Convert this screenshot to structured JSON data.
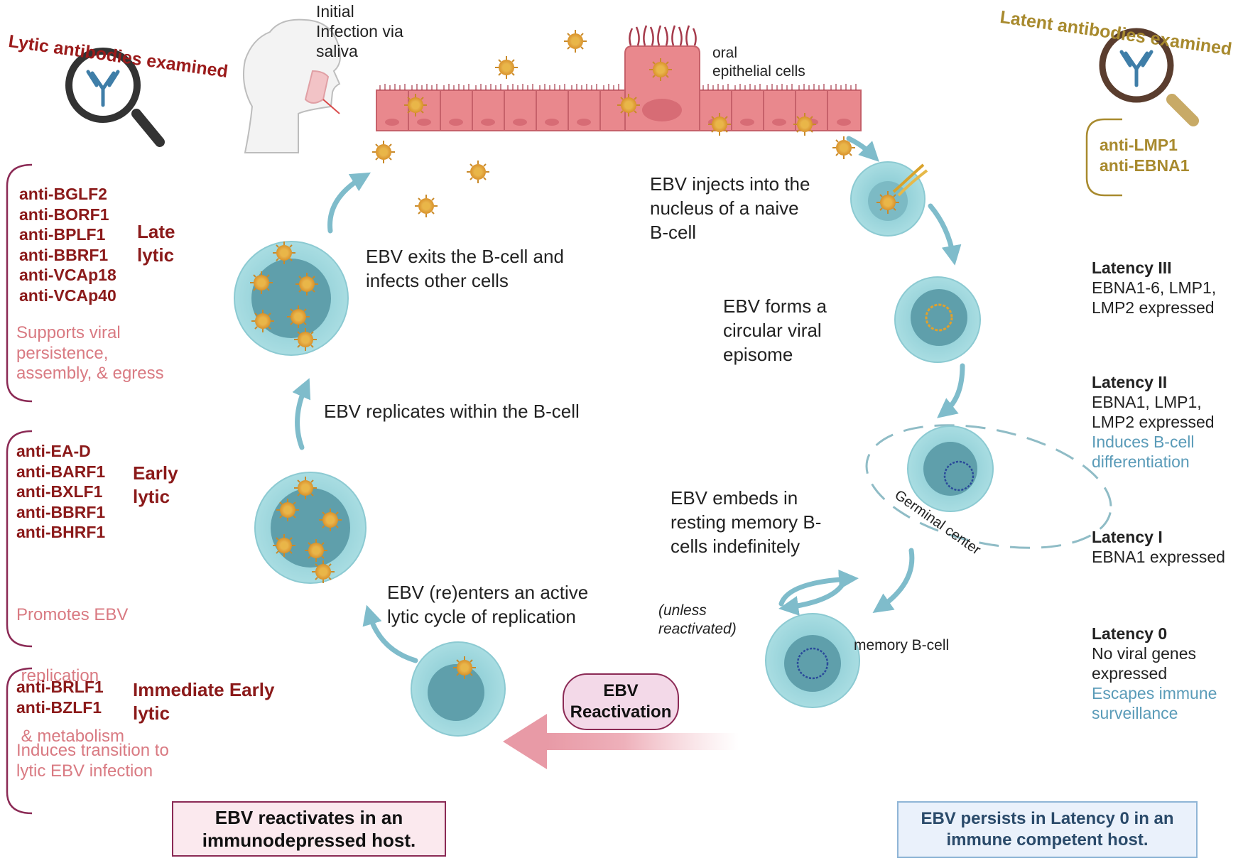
{
  "lytic_header": "Lytic antibodies examined",
  "latent_header": "Latent antibodies examined",
  "initial_infection": [
    "Initial",
    "Infection via",
    "saliva"
  ],
  "oral_cells": [
    "oral",
    "epithelial cells"
  ],
  "late_lytic": {
    "antibodies": [
      "anti-BGLF2",
      "anti-BORF1",
      "anti-BPLF1",
      "anti-BBRF1",
      "anti-VCAp18",
      "anti-VCAp40"
    ],
    "label": [
      "Late",
      "lytic"
    ],
    "note": [
      "Supports viral",
      "persistence,",
      "assembly, & egress"
    ]
  },
  "early_lytic": {
    "antibodies": [
      "anti-EA-D",
      "anti-BARF1",
      "anti-BXLF1",
      "anti-BBRF1",
      "anti-BHRF1"
    ],
    "label": [
      "Early",
      "lytic"
    ],
    "note": [
      "Promotes EBV",
      " replication",
      " & metabolism"
    ]
  },
  "immediate_early_lytic": {
    "antibodies": [
      "anti-BRLF1",
      "anti-BZLF1"
    ],
    "label": [
      "Immediate Early",
      "lytic"
    ],
    "note": [
      "Induces transition to",
      "lytic EBV infection"
    ]
  },
  "latent_antibodies": [
    "anti-LMP1",
    "anti-EBNA1"
  ],
  "steps": {
    "exits": [
      "EBV exits the B-cell and",
      "infects other cells"
    ],
    "replicates": "EBV replicates within the B-cell",
    "reenters": [
      "EBV (re)enters an active",
      "lytic cycle of replication"
    ],
    "injects": [
      "EBV injects into the",
      "nucleus of a naive",
      "B-cell"
    ],
    "episome": [
      "EBV forms a",
      "circular viral",
      "episome"
    ],
    "embeds": [
      "EBV embeds in",
      "resting memory B-",
      "cells indefinitely"
    ],
    "unless": [
      "(unless",
      "reactivated)"
    ]
  },
  "germinal_center": "Germinal center",
  "memory_bcell": "memory B-cell",
  "reactivation_label": [
    "EBV",
    "Reactivation"
  ],
  "latency": [
    {
      "title": "Latency III",
      "lines": [
        "EBNA1-6, LMP1,",
        "LMP2 expressed"
      ],
      "blue": []
    },
    {
      "title": "Latency II",
      "lines": [
        "EBNA1, LMP1,",
        "LMP2 expressed"
      ],
      "blue": [
        "Induces B-cell",
        "differentiation"
      ]
    },
    {
      "title": "Latency I",
      "lines": [
        "EBNA1 expressed"
      ],
      "blue": []
    },
    {
      "title": "Latency 0",
      "lines": [
        "No viral genes",
        "expressed"
      ],
      "blue": [
        "Escapes immune",
        "surveillance"
      ]
    }
  ],
  "bottom_left_box": [
    "EBV reactivates in an",
    "immunodepressed host."
  ],
  "bottom_right_box": [
    "EBV persists in Latency 0 in an",
    "immune competent  host."
  ],
  "colors": {
    "dark_red": "#8b1a1a",
    "pink_note": "#d97a82",
    "gold": "#a88a2e",
    "teal_arrow": "#7fbccb",
    "cell_outer": "#a6dbe0",
    "cell_nucleus": "#5a9da9",
    "epithelial": "#e88a8e",
    "virus": "#e6a93a",
    "latency_blue": "#5a9bb8",
    "left_box_fill": "#fbe9ee",
    "right_box_fill": "#eaf1fb"
  }
}
